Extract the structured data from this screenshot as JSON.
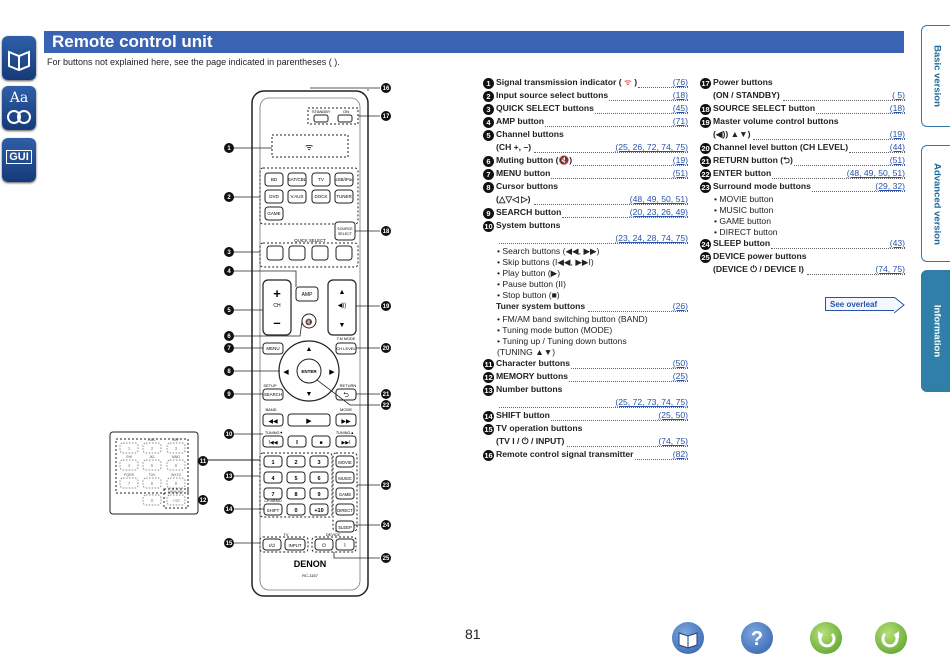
{
  "page": {
    "title": "Remote control unit",
    "subtitle": "For buttons not explained here, see the page indicated in parentheses ( ).",
    "page_number": "81",
    "see_overleaf": "See overleaf"
  },
  "left_icons": [
    {
      "name": "contents-icon",
      "text": ""
    },
    {
      "name": "index-icon",
      "text": "Aa"
    },
    {
      "name": "gui-icon",
      "text": "GUI"
    }
  ],
  "side_tabs": [
    "Basic version",
    "Advanced version",
    "Information"
  ],
  "remote": {
    "brand": "DENON",
    "model": "RC-1157",
    "labels": {
      "standby": "STANDBY",
      "on": "ON",
      "bd": "BD",
      "sat_cbl": "SAT/CBL",
      "tv": "TV",
      "ipod": "USB/iPod",
      "dvd": "DVD",
      "vaux": "V.AUX",
      "dock": "DOCK",
      "tuner": "TUNER",
      "game": "GAME",
      "quick_select": "QUICK SELECT",
      "source_select": "SOURCE SELECT",
      "amp": "AMP",
      "ch": "CH",
      "menu": "MENU",
      "ch_level": "CH LEVEL",
      "tm_mode": "T.M MODE",
      "enter": "ENTER",
      "setup": "SETUP",
      "search": "SEARCH",
      "return": "RETURN",
      "band": "BAND",
      "mode": "MODE",
      "tuning_down": "TUNING▼",
      "tuning_up": "TUNING▲",
      "movie": "MOVIE",
      "music": "MUSIC",
      "direct": "DIRECT",
      "sleep": "SLEEP",
      "shift": "SHIFT",
      "ch_memo": "CH MEMO",
      "input": "INPUT",
      "tv_small": "TV",
      "device": "DEVICE",
      "memory": "MEMORY",
      "n1": "1",
      "n2": "2",
      "n3": "3",
      "n4": "4",
      "n5": "5",
      "n6": "6",
      "n7": "7",
      "n8": "8",
      "n9": "9",
      "n0": "0",
      "n10": "+10",
      "k_abc": "ABC",
      "k_def": "DEF",
      "k_ghi": "GHI",
      "k_jkl": "JKL",
      "k_mno": "MNO",
      "k_pqrs": "PQRS",
      "k_tuv": "TUV",
      "k_wxyz": "WXYZ"
    }
  },
  "callouts": [
    "❶",
    "❷",
    "❸",
    "❹",
    "❺",
    "❻",
    "❼",
    "❽",
    "❾",
    "❿",
    "⓫",
    "⓬",
    "⓭",
    "⓮",
    "⓯",
    "⓰",
    "⓱",
    "⓲",
    "⓳",
    "⓴",
    "㉑",
    "㉒",
    "㉓",
    "㉔",
    "㉕"
  ],
  "col1": [
    {
      "n": "1",
      "label": "Signal transmission indicator ( ",
      "label2": " )",
      "refs": "(76)"
    },
    {
      "n": "2",
      "label": "Input source select buttons",
      "refs": "(18)"
    },
    {
      "n": "3",
      "label": "QUICK SELECT buttons",
      "refs": "(45)"
    },
    {
      "n": "4",
      "label": "AMP button",
      "refs": "(71)"
    },
    {
      "n": "5",
      "label": "Channel buttons",
      "refs": ""
    },
    {
      "n": "",
      "label": "(CH +, –)",
      "refs": "(25, 26, 72, 74, 75)"
    },
    {
      "n": "6",
      "label": "Muting button (🔇)",
      "refs": "(19)"
    },
    {
      "n": "7",
      "label": "MENU button",
      "refs": "(51)"
    },
    {
      "n": "8",
      "label": "Cursor buttons",
      "refs": ""
    },
    {
      "n": "",
      "label": "(△▽◁ ▷)",
      "refs": "(48, 49, 50, 51)"
    },
    {
      "n": "9",
      "label": "SEARCH button",
      "refs": "(20, 23, 26, 49)"
    },
    {
      "n": "10",
      "label": "System buttons",
      "refs": ""
    },
    {
      "n": "",
      "label": "",
      "refs": "(23, 24, 28, 74, 75)"
    },
    {
      "n": "",
      "bullet": "• Search buttons (◀◀, ▶▶)"
    },
    {
      "n": "",
      "bullet": "• Skip buttons (I◀◀, ▶▶I)"
    },
    {
      "n": "",
      "bullet": "• Play button (▶)"
    },
    {
      "n": "",
      "bullet": "• Pause button (II)"
    },
    {
      "n": "",
      "bullet": "• Stop button (■)"
    },
    {
      "n": "",
      "label": "Tuner system buttons",
      "refs": "(26)"
    },
    {
      "n": "",
      "bullet": "• FM/AM band switching button (BAND)"
    },
    {
      "n": "",
      "bullet": "• Tuning mode button (MODE)"
    },
    {
      "n": "",
      "bullet": "• Tuning up / Tuning down buttons"
    },
    {
      "n": "",
      "bullet": "  (TUNING ▲▼)"
    },
    {
      "n": "11",
      "label": "Character buttons",
      "refs": "(50)"
    },
    {
      "n": "12",
      "label": "MEMORY buttons",
      "refs": "(25)"
    },
    {
      "n": "13",
      "label": "Number buttons",
      "refs": ""
    },
    {
      "n": "",
      "label": "",
      "refs": "(25, 72, 73, 74, 75)"
    },
    {
      "n": "14",
      "label": "SHIFT button",
      "refs": "(25, 50)"
    },
    {
      "n": "15",
      "label": "TV operation buttons",
      "refs": ""
    },
    {
      "n": "",
      "label": "(TV I / ⏻ / INPUT)",
      "refs": "(74, 75)"
    },
    {
      "n": "16",
      "label": "Remote control signal transmitter",
      "refs": "(82)"
    }
  ],
  "col2": [
    {
      "n": "17",
      "label": "Power buttons",
      "refs": ""
    },
    {
      "n": "",
      "label": "(ON / STANDBY)",
      "refs": "( 5)"
    },
    {
      "n": "18",
      "label": "SOURCE SELECT button",
      "refs": "(18)"
    },
    {
      "n": "19",
      "label": "Master volume control buttons",
      "refs": ""
    },
    {
      "n": "",
      "label": "(◀)) ▲▼)",
      "refs": "(19)"
    },
    {
      "n": "20",
      "label": "Channel level button (CH LEVEL)",
      "refs": "(44)"
    },
    {
      "n": "21",
      "label": "RETURN button (⮌)",
      "refs": "(51)"
    },
    {
      "n": "22",
      "label": "ENTER button",
      "refs": "(48, 49, 50, 51)"
    },
    {
      "n": "23",
      "label": "Surround mode buttons",
      "refs": "(29, 32)"
    },
    {
      "n": "",
      "bullet": "• MOVIE button"
    },
    {
      "n": "",
      "bullet": "• MUSIC button"
    },
    {
      "n": "",
      "bullet": "• GAME button"
    },
    {
      "n": "",
      "bullet": "• DIRECT button"
    },
    {
      "n": "24",
      "label": "SLEEP button",
      "refs": "(43)"
    },
    {
      "n": "25",
      "label": "DEVICE power buttons",
      "refs": ""
    },
    {
      "n": "",
      "label": "(DEVICE ⏻ / DEVICE I)",
      "refs": "(74, 75)"
    }
  ],
  "colors": {
    "title_bar": "#3b63b3",
    "accent": "#2f7fa9",
    "link": "#2a52a8"
  }
}
